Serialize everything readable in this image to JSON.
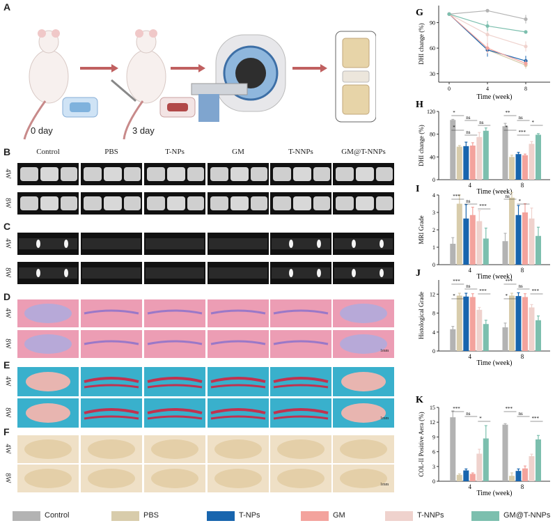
{
  "panels": {
    "A": "A",
    "B": "B",
    "C": "C",
    "D": "D",
    "E": "E",
    "F": "F",
    "G": "G",
    "H": "H",
    "I": "I",
    "J": "J",
    "K": "K"
  },
  "schematic": {
    "day0": "0 day",
    "day3": "3 day"
  },
  "groups": [
    "Control",
    "PBS",
    "T-NPs",
    "GM",
    "T-NNPs",
    "GM@T-NNPs"
  ],
  "rows": [
    "4W",
    "8W"
  ],
  "scalebar": "1mm",
  "colors": {
    "Control": "#b3b3b3",
    "PBS": "#d8ccab",
    "T-NPs": "#1865ae",
    "GM": "#f3a39d",
    "T-NNPs": "#efd2cd",
    "GM@T-NNPs": "#7cbfae"
  },
  "chart_data": [
    {
      "panel": "G",
      "type": "line",
      "xlabel": "Time (week)",
      "ylabel": "DHI change (%)",
      "x": [
        0,
        4,
        8
      ],
      "ylim": [
        20,
        110
      ],
      "yticks": [
        30,
        60,
        90
      ],
      "series": [
        {
          "name": "Control",
          "values": [
            100,
            104,
            94
          ],
          "err": [
            0,
            1,
            5
          ]
        },
        {
          "name": "PBS",
          "values": [
            100,
            58,
            40
          ],
          "err": [
            0,
            3,
            4
          ]
        },
        {
          "name": "T-NPs",
          "values": [
            100,
            58,
            45
          ],
          "err": [
            0,
            8,
            6
          ]
        },
        {
          "name": "GM",
          "values": [
            100,
            60,
            42
          ],
          "err": [
            0,
            6,
            4
          ]
        },
        {
          "name": "T-NNPs",
          "values": [
            100,
            76,
            62
          ],
          "err": [
            0,
            10,
            6
          ]
        },
        {
          "name": "GM@T-NNPs",
          "values": [
            100,
            86,
            79
          ],
          "err": [
            0,
            6,
            2
          ]
        }
      ]
    },
    {
      "panel": "H",
      "type": "bar",
      "xlabel": "Time (week)",
      "ylabel": "DHI change (%)",
      "categories": [
        "4",
        "8"
      ],
      "ylim": [
        0,
        120
      ],
      "yticks": [
        0,
        40,
        80,
        120
      ],
      "series": [
        {
          "name": "Control",
          "values": [
            105,
            94
          ],
          "err": [
            1,
            5
          ]
        },
        {
          "name": "PBS",
          "values": [
            58,
            40
          ],
          "err": [
            2,
            3
          ]
        },
        {
          "name": "T-NPs",
          "values": [
            59,
            45
          ],
          "err": [
            7,
            3
          ]
        },
        {
          "name": "GM",
          "values": [
            60,
            43
          ],
          "err": [
            5,
            2
          ]
        },
        {
          "name": "T-NNPs",
          "values": [
            75,
            63
          ],
          "err": [
            8,
            4
          ]
        },
        {
          "name": "GM@T-NNPs",
          "values": [
            86,
            79
          ],
          "err": [
            5,
            2
          ]
        }
      ],
      "annotations": [
        "*",
        "ns",
        "ns",
        "*",
        "ns",
        "**",
        "ns",
        "*",
        "*",
        "***"
      ]
    },
    {
      "panel": "I",
      "type": "bar",
      "xlabel": "Time (week)",
      "ylabel": "MRI Grade",
      "categories": [
        "4",
        "8"
      ],
      "ylim": [
        0,
        4
      ],
      "yticks": [
        0,
        1,
        2,
        3,
        4
      ],
      "series": [
        {
          "name": "Control",
          "values": [
            1.2,
            1.35
          ],
          "err": [
            0.35,
            0.45
          ]
        },
        {
          "name": "PBS",
          "values": [
            3.5,
            3.85
          ],
          "err": [
            0.5,
            0.3
          ]
        },
        {
          "name": "T-NPs",
          "values": [
            2.65,
            2.85
          ],
          "err": [
            0.8,
            0.55
          ]
        },
        {
          "name": "GM",
          "values": [
            2.85,
            3.0
          ],
          "err": [
            0.45,
            0.5
          ]
        },
        {
          "name": "T-NNPs",
          "values": [
            2.5,
            2.65
          ],
          "err": [
            0.6,
            0.6
          ]
        },
        {
          "name": "GM@T-NNPs",
          "values": [
            1.5,
            1.65
          ],
          "err": [
            0.6,
            0.5
          ]
        }
      ],
      "annotations": [
        "***",
        "ns",
        "***",
        "ns",
        "*"
      ]
    },
    {
      "panel": "J",
      "type": "bar",
      "xlabel": "Time (week)",
      "ylabel": "Histological Grade",
      "categories": [
        "4",
        "8"
      ],
      "ylim": [
        0,
        15
      ],
      "yticks": [
        0,
        4,
        8,
        12
      ],
      "series": [
        {
          "name": "Control",
          "values": [
            4.6,
            5.0
          ],
          "err": [
            0.6,
            0.9
          ]
        },
        {
          "name": "PBS",
          "values": [
            11.7,
            11.7
          ],
          "err": [
            0.5,
            0.5
          ]
        },
        {
          "name": "T-NPs",
          "values": [
            11.5,
            11.6
          ],
          "err": [
            0.7,
            0.7
          ]
        },
        {
          "name": "GM",
          "values": [
            11.4,
            11.4
          ],
          "err": [
            0.7,
            0.7
          ]
        },
        {
          "name": "T-NNPs",
          "values": [
            8.7,
            9.2
          ],
          "err": [
            0.5,
            0.6
          ]
        },
        {
          "name": "GM@T-NNPs",
          "values": [
            5.7,
            6.5
          ],
          "err": [
            0.8,
            0.9
          ]
        }
      ],
      "annotations": [
        "***",
        "ns",
        "***",
        "*",
        "***",
        "ns",
        "***",
        "*"
      ]
    },
    {
      "panel": "K",
      "type": "bar",
      "xlabel": "Time (week)",
      "ylabel": "COL-II Positive Aera (%)",
      "categories": [
        "4",
        "8"
      ],
      "ylim": [
        0,
        15
      ],
      "yticks": [
        0,
        3,
        6,
        9,
        12,
        15
      ],
      "series": [
        {
          "name": "Control",
          "values": [
            13.0,
            11.5
          ],
          "err": [
            1.3,
            0.2
          ]
        },
        {
          "name": "PBS",
          "values": [
            1.3,
            1.1
          ],
          "err": [
            0.2,
            0.6
          ]
        },
        {
          "name": "T-NPs",
          "values": [
            2.2,
            2.1
          ],
          "err": [
            0.3,
            0.4
          ]
        },
        {
          "name": "GM",
          "values": [
            1.5,
            2.6
          ],
          "err": [
            0.2,
            0.5
          ]
        },
        {
          "name": "T-NNPs",
          "values": [
            5.6,
            5.1
          ],
          "err": [
            0.9,
            0.4
          ]
        },
        {
          "name": "GM@T-NNPs",
          "values": [
            8.7,
            8.5
          ],
          "err": [
            2.6,
            0.8
          ]
        }
      ],
      "annotations": [
        "***",
        "ns",
        "*",
        "***",
        "ns",
        "***"
      ]
    }
  ]
}
